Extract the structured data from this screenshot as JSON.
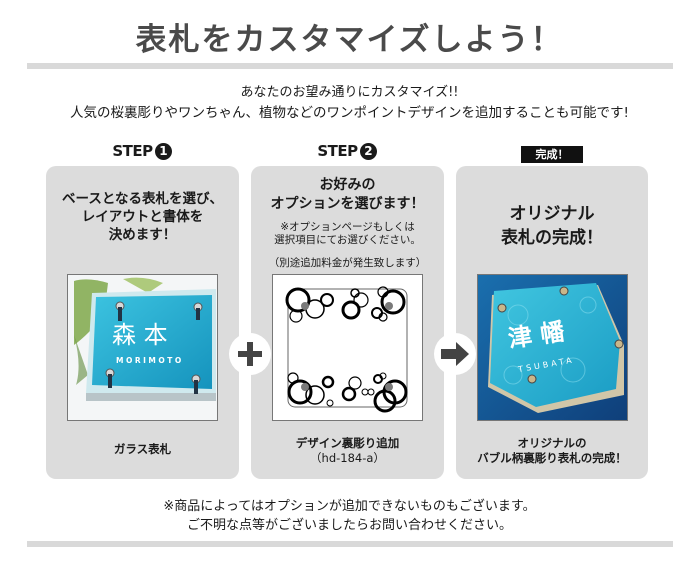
{
  "header": {
    "title": "表札をカスタマイズしよう！",
    "intro_line1": "あなたのお望み通りにカスタマイズ!!",
    "intro_line2": "人気の桜裏彫りやワンちゃん、植物などのワンポイントデザインを追加することも可能です!"
  },
  "steps": [
    {
      "label": "STEP",
      "number": "1",
      "heading_lines": [
        "ベースとなる表札を選び、",
        "レイアウトと書体を",
        "決めます！"
      ],
      "image": {
        "icon": "glass-nameplate-photo",
        "kanji": "森 本",
        "romaji": "MORIMOTO"
      },
      "caption_lines": [
        "ガラス表札"
      ]
    },
    {
      "label": "STEP",
      "number": "2",
      "heading_lines": [
        "お好みの",
        "オプションを選びます！"
      ],
      "note_lines": [
        "※オプションページもしくは",
        "選択項目にてお選びください。"
      ],
      "note_extra": "（別途追加料金が発生致します）",
      "image": {
        "icon": "bubble-design-preview"
      },
      "caption_lines": [
        "デザイン裏彫り追加"
      ],
      "caption_code": "（hd-184-a）"
    },
    {
      "badge": "完成！",
      "heading_lines": [
        "オリジナル",
        "表札の完成！"
      ],
      "image": {
        "icon": "finished-nameplate-photo",
        "kanji": "津 幡",
        "romaji": "TSUBATA"
      },
      "caption_lines": [
        "オリジナルの",
        "バブル柄裏彫り表札の完成！"
      ]
    }
  ],
  "connectors": [
    {
      "icon": "plus-icon"
    },
    {
      "icon": "arrow-right-icon"
    }
  ],
  "footer": {
    "line1": "※商品によってはオプションが追加できないものもございます。",
    "line2": "ご不明な点等がございましたらお問い合わせください。"
  },
  "colors": {
    "title": "#4a4a4a",
    "card_bg": "#dcdcdc",
    "rule": "#d9d9d9",
    "glass_blue": "#2aa7c9",
    "connector_glyph": "#444444"
  }
}
